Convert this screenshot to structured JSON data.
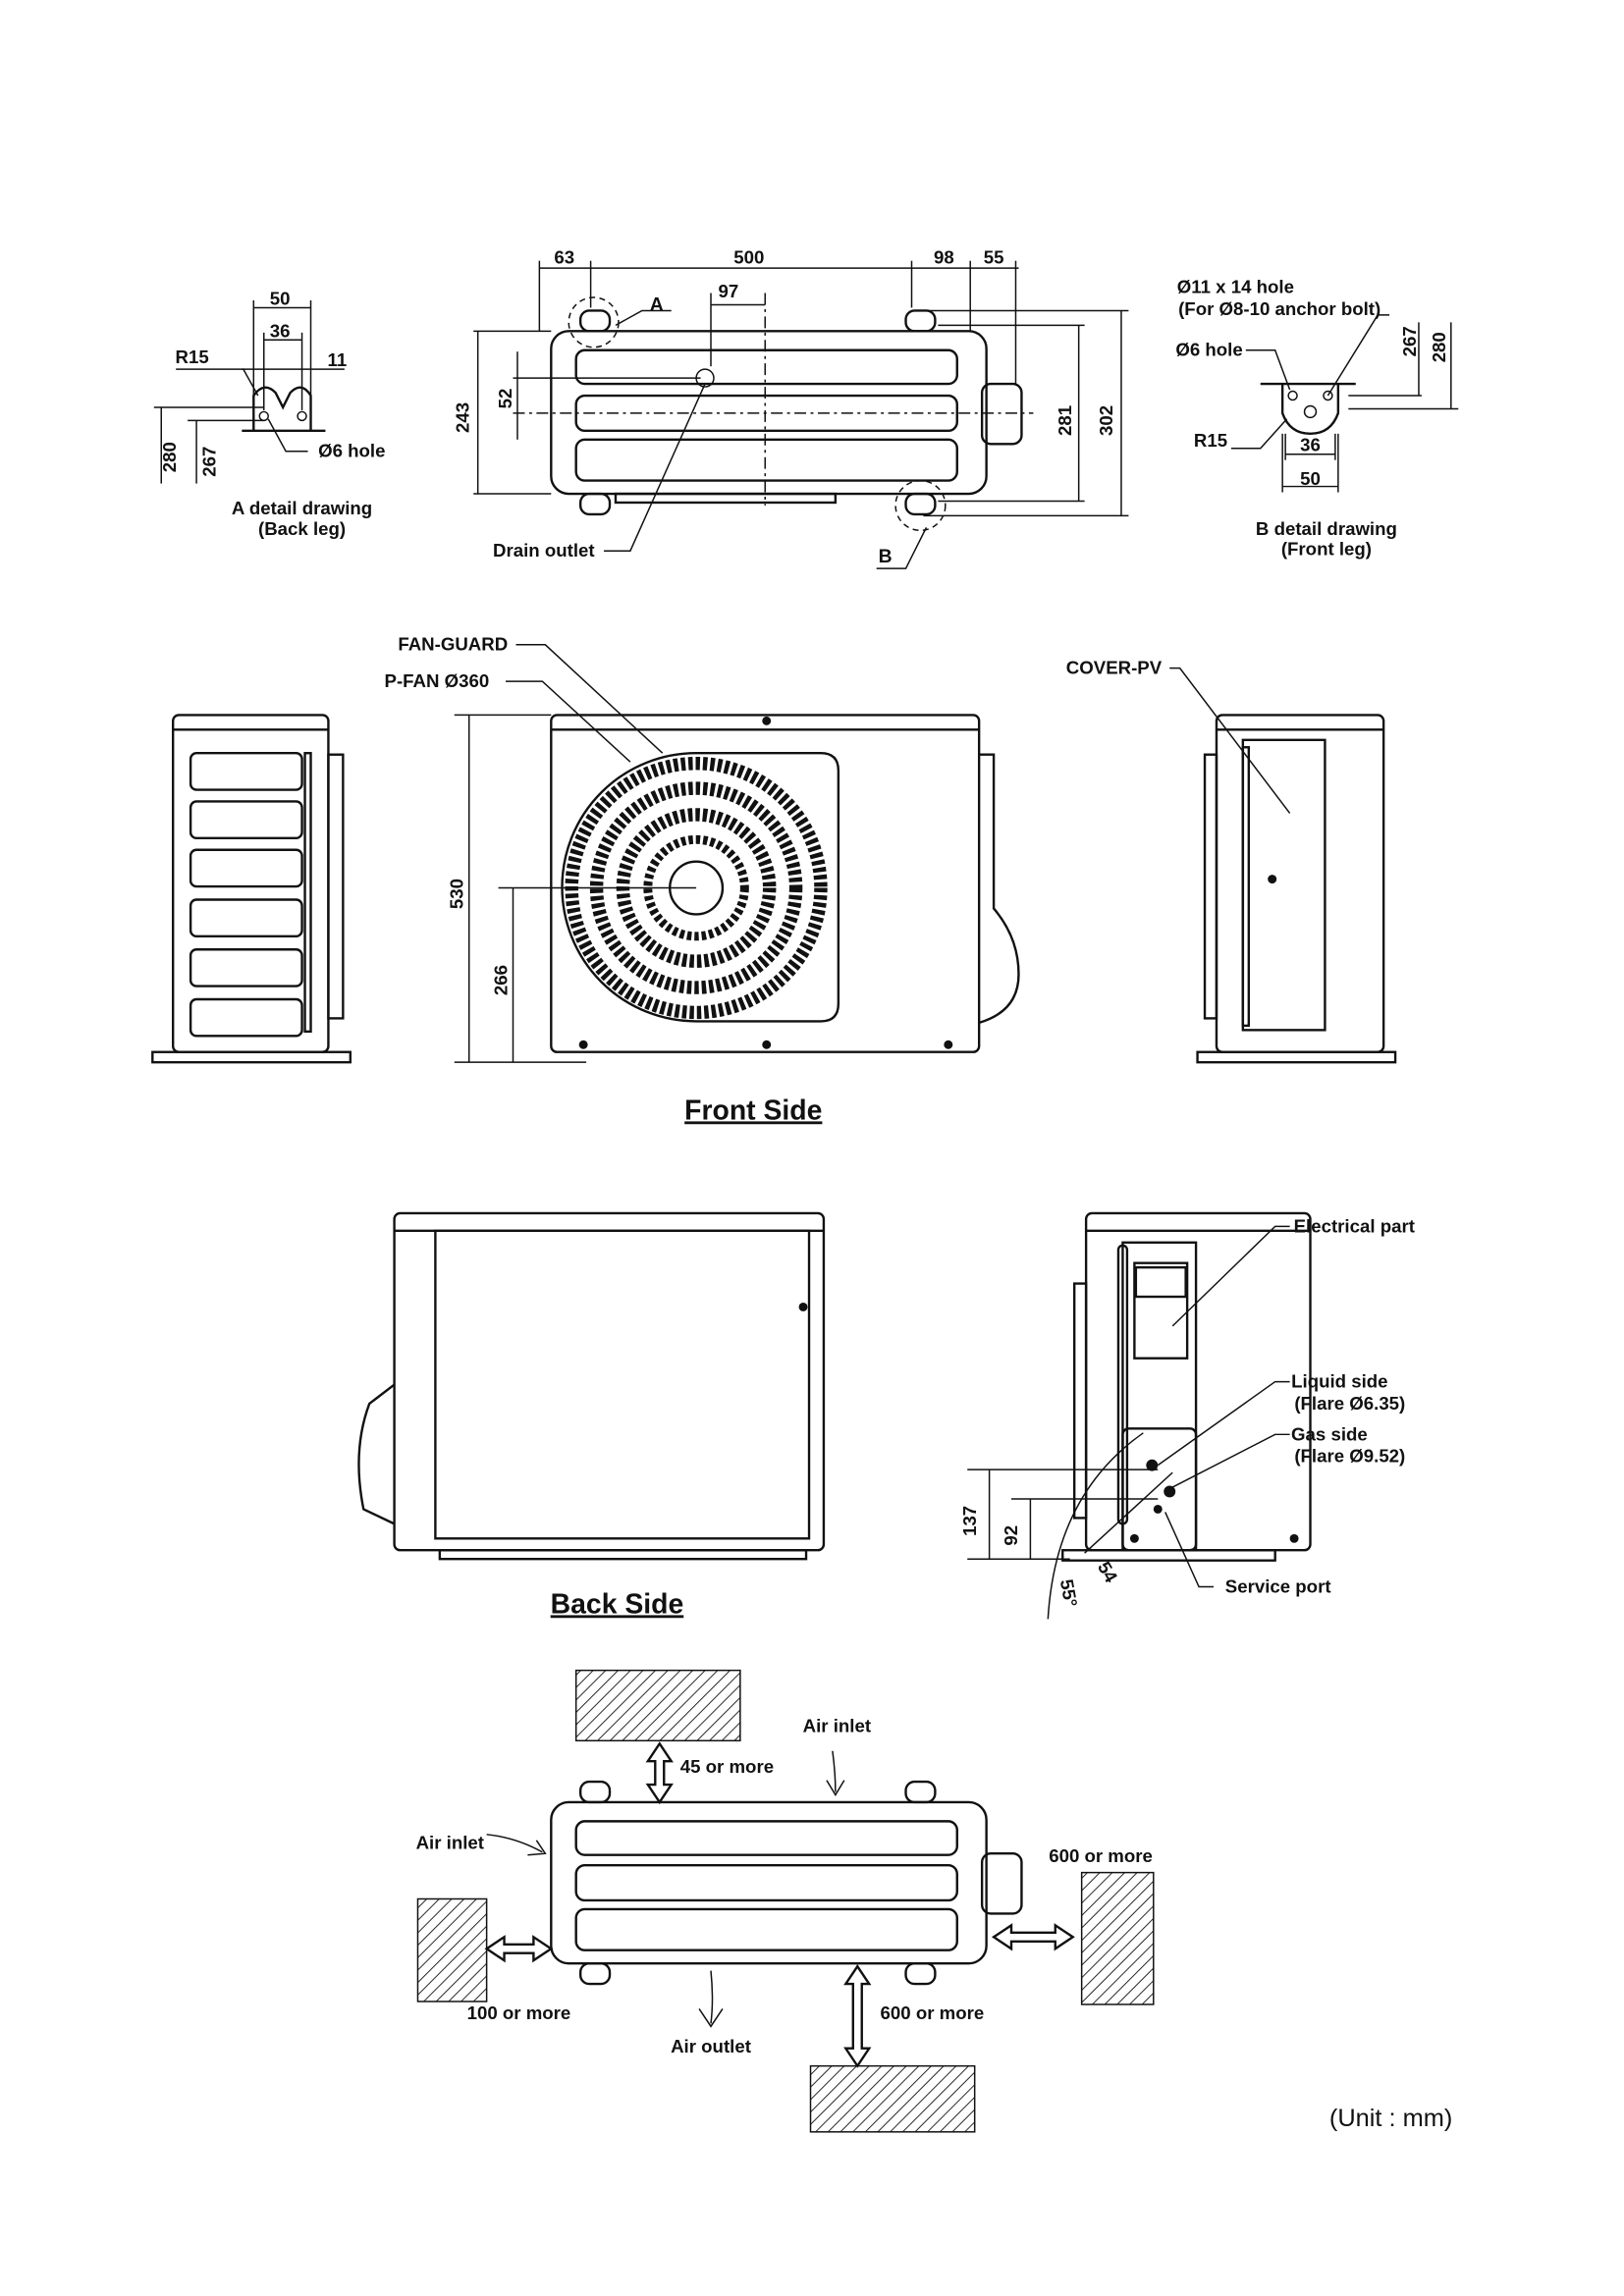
{
  "top_view": {
    "dims": {
      "d63": "63",
      "d500": "500",
      "d98": "98",
      "d55": "55",
      "d97": "97",
      "d243": "243",
      "d52": "52",
      "d281": "281",
      "d302": "302"
    },
    "marker_a": "A",
    "marker_b": "B",
    "drain_outlet": "Drain outlet"
  },
  "detail_a": {
    "d50": "50",
    "d36": "36",
    "d11": "11",
    "r15": "R15",
    "hole": "Ø6 hole",
    "d280": "280",
    "d267": "267",
    "title": "A detail drawing",
    "subtitle": "(Back leg)"
  },
  "detail_b": {
    "hole_slot": "Ø11 x 14 hole",
    "anchor": "(For Ø8-10 anchor bolt)",
    "hole": "Ø6 hole",
    "d267": "267",
    "d280": "280",
    "r15": "R15",
    "d36": "36",
    "d50": "50",
    "title": "B detail drawing",
    "subtitle": "(Front leg)"
  },
  "front": {
    "fan_guard": "FAN-GUARD",
    "p_fan": "P-FAN Ø360",
    "cover_pv": "COVER-PV",
    "d530": "530",
    "d266": "266",
    "title": "Front Side"
  },
  "back": {
    "title": "Back Side",
    "electrical": "Electrical part",
    "liquid": "Liquid side",
    "liquid_flare": "(Flare Ø6.35)",
    "gas": "Gas side",
    "gas_flare": "(Flare Ø9.52)",
    "service": "Service port",
    "d137": "137",
    "d92": "92",
    "d54": "54",
    "a55": "55°"
  },
  "clearance": {
    "top": "45 or more",
    "air_inlet_top": "Air inlet",
    "air_inlet_left": "Air inlet",
    "right": "600 or more",
    "left": "100 or more",
    "air_outlet": "Air outlet",
    "front": "600 or more"
  },
  "unit_note": "(Unit : mm)"
}
